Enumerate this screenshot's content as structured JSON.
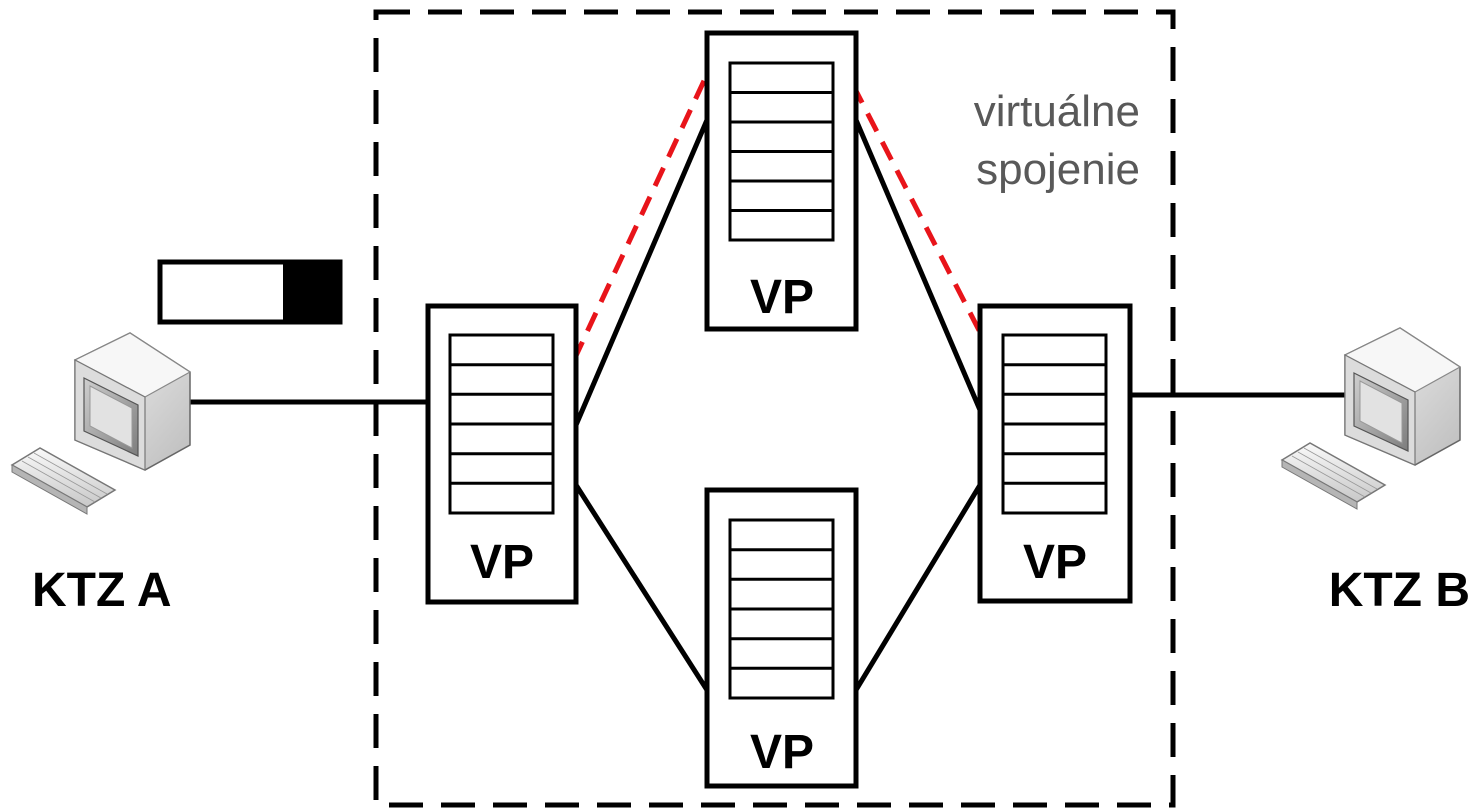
{
  "labels": {
    "terminal_a": "KTZ A",
    "terminal_b": "KTZ B",
    "node": "VP",
    "virtual_line1": "virtuálne",
    "virtual_line2": "spojenie"
  },
  "colors": {
    "line": "#000000",
    "virtual_link": "#e8141a",
    "caption": "#595959",
    "packet_fill": "#000000"
  },
  "nodes": [
    "VP left",
    "VP top",
    "VP bottom",
    "VP right"
  ],
  "terminals": [
    "KTZ A",
    "KTZ B"
  ],
  "icons": [
    "computer-icon",
    "keyboard-icon",
    "packet-icon"
  ]
}
